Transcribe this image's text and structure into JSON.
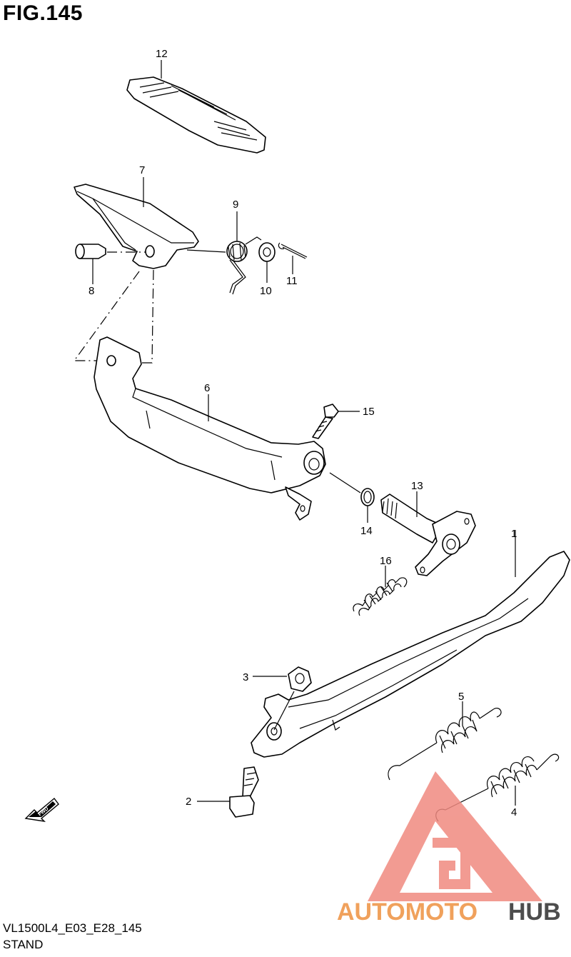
{
  "figure": {
    "title": "FIG.145",
    "code": "VL1500L4_E03_E28_145",
    "name": "STAND"
  },
  "callouts": [
    "1",
    "2",
    "3",
    "4",
    "5",
    "6",
    "7",
    "8",
    "9",
    "10",
    "11",
    "12",
    "13",
    "14",
    "15",
    "16"
  ],
  "fwd_label": "FWD",
  "watermark": {
    "part1": "AUTOMOTO",
    "part2": "HUB",
    "color1": "#f0a15c",
    "color2": "#4d4d4d",
    "triangle_color": "#f08a80"
  }
}
